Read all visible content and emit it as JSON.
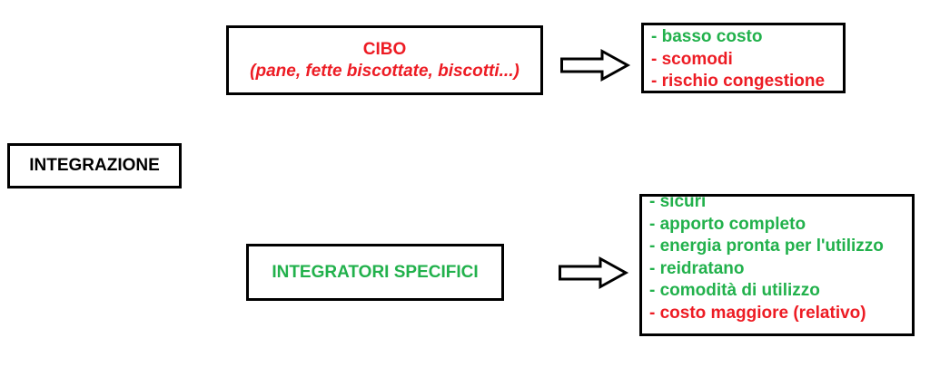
{
  "root": {
    "label": "INTEGRAZIONE"
  },
  "cibo": {
    "title": "CIBO",
    "subtitle": "(pane, fette biscottate, biscotti...)",
    "properties": [
      {
        "text": "- basso costo",
        "color": "#22b14c"
      },
      {
        "text": "- scomodi",
        "color": "#ed1c24"
      },
      {
        "text": "- rischio congestione",
        "color": "#ed1c24"
      }
    ]
  },
  "integratori": {
    "title": "INTEGRATORI SPECIFICI",
    "properties": [
      {
        "text": "- sicuri",
        "color": "#22b14c"
      },
      {
        "text": "- apporto completo",
        "color": "#22b14c"
      },
      {
        "text": "- energia pronta per l'utilizzo",
        "color": "#22b14c"
      },
      {
        "text": "- reidratano",
        "color": "#22b14c"
      },
      {
        "text": "- comodità di utilizzo",
        "color": "#22b14c"
      },
      {
        "text": "- costo maggiore (relativo)",
        "color": "#ed1c24"
      }
    ]
  },
  "colors": {
    "positive": "#22b14c",
    "negative": "#ed1c24",
    "border": "#000000"
  }
}
